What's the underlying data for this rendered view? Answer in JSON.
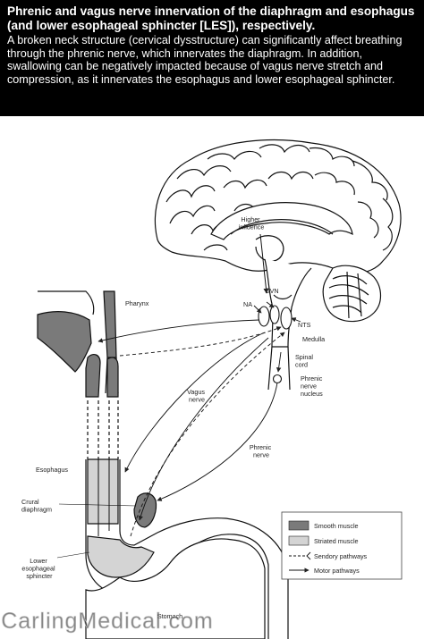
{
  "caption": {
    "title": "Phrenic and vagus nerve innervation of the diaphragm and esophagus (and lower esophageal sphincter [LES]), respectively.",
    "body": "A broken neck structure (cervical dysstructure) can significantly affect breathing through the phrenic nerve, which innervates the diaphragm. In addition, swallowing can be negatively impacted because of vagus nerve stretch and compression, as it innervates the esophagus and lower esophageal sphincter."
  },
  "labels": {
    "higher_influence_1": "Higher",
    "higher_influence_2": "influence",
    "dvn": "DVN",
    "na": "NA",
    "nts": "NTS",
    "medulla": "Medulla",
    "spinal_cord_1": "Spinal",
    "spinal_cord_2": "cord",
    "phrenic_nucleus_1": "Phrenic",
    "phrenic_nucleus_2": "nerve",
    "phrenic_nucleus_3": "nucleus",
    "pharynx": "Pharynx",
    "vagus_1": "Vagus",
    "vagus_2": "nerve",
    "phrenic_nerve_1": "Phrenic",
    "phrenic_nerve_2": "nerve",
    "esophagus": "Esophagus",
    "crural_1": "Crural",
    "crural_2": "diaphragm",
    "les_1": "Lower",
    "les_2": "esophageal",
    "les_3": "sphincter",
    "stomach": "Stomach"
  },
  "legend": {
    "smooth": "Smooth muscle",
    "striated": "Striated muscle",
    "sensory": "Sendory pathways",
    "motor": "Motor pathways"
  },
  "colors": {
    "smooth_muscle": "#7a7a7a",
    "striated_muscle": "#d4d4d4",
    "caption_bg": "#000000"
  },
  "watermark": "CarlingMedical.com"
}
